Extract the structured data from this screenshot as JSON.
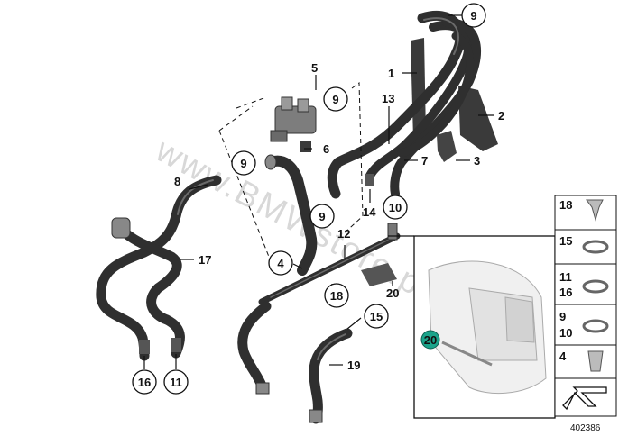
{
  "diagram": {
    "watermark": "www.BMWstore.pl",
    "reference_number": "402386",
    "callouts": {
      "c1": "1",
      "c2": "2",
      "c3": "3",
      "c4": "4",
      "c5": "5",
      "c6": "6",
      "c7": "7",
      "c8": "8",
      "c9_top": "9",
      "c9_valve": "9",
      "c9_left": "9",
      "c9_mid": "9",
      "c10": "10",
      "c11": "11",
      "c12": "12",
      "c13": "13",
      "c14": "14",
      "c15": "15",
      "c16": "16",
      "c17": "17",
      "c18": "18",
      "c19": "19",
      "c20": "20",
      "c20_inset": "20"
    },
    "legend": {
      "r1": "18",
      "r2": "15",
      "r3a": "11",
      "r3b": "16",
      "r4a": "9",
      "r4b": "10",
      "r5": "4"
    },
    "colors": {
      "hose": "#2f2f2f",
      "bracket": "#3a3a3a",
      "inset_badge": "#1aa38a",
      "line": "#111111"
    }
  }
}
